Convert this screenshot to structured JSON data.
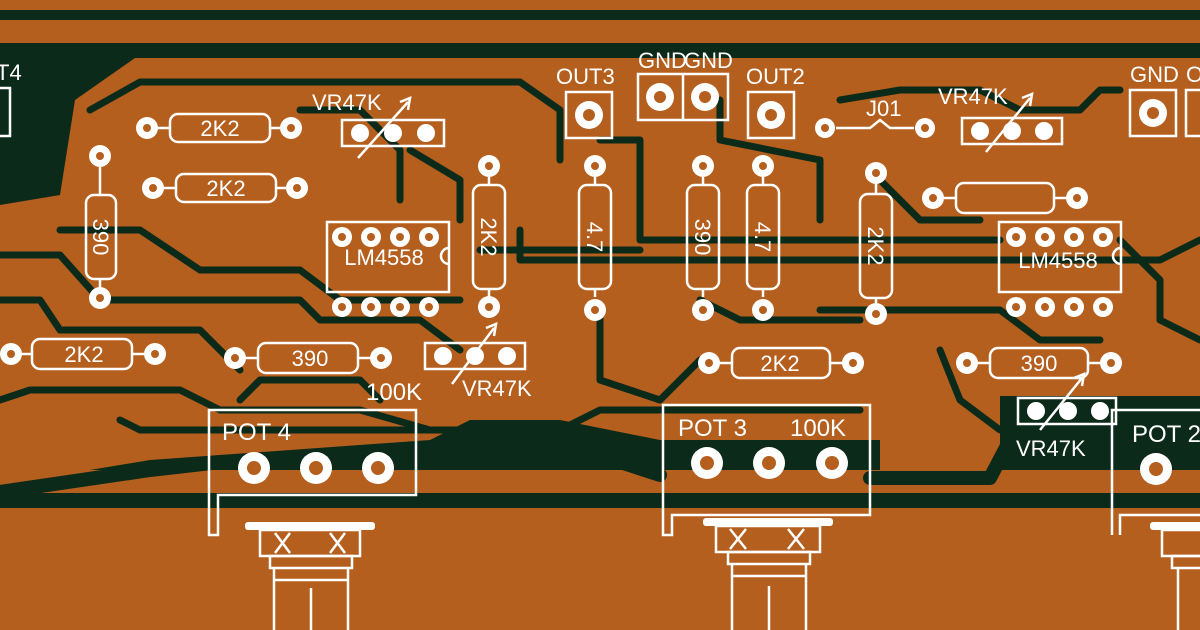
{
  "colors": {
    "board": "#0c2a1a",
    "copper": "#b45f1e",
    "silkscreen": "#ffffff"
  },
  "labels": {
    "out4_fragment": "T4",
    "gnd_left": "GND",
    "gnd_right": "GND",
    "gnd_far_right": "GND",
    "out_far_right_fragment": "O",
    "out3": "OUT3",
    "out2": "OUT2",
    "jumper": "J01",
    "res_2k2_top1": "2K2",
    "res_2k2_top2": "2K2",
    "res_390_vert_left": "390",
    "res_2k2_vert_mid": "2K2",
    "res_47_vert1": "4.7",
    "res_390_vert_mid": "390",
    "res_47_vert2": "4.7",
    "res_2k2_vert_right": "2K2",
    "res_2k2_left": "2K2",
    "res_390_bottom_left": "390",
    "res_2k2_bottom_mid": "2K2",
    "res_390_bottom_right": "390",
    "ic_left": "LM4558",
    "ic_right": "LM4558",
    "vr_top_left": "VR47K",
    "vr_mid_left": "VR47K",
    "vr_top_right": "VR47K",
    "vr_bottom_right": "VR47K",
    "val_100k_left": "100K",
    "val_100k_mid": "100K",
    "pot4": "POT 4",
    "pot3": "POT 3",
    "pot2_fragment": "POT 2"
  }
}
